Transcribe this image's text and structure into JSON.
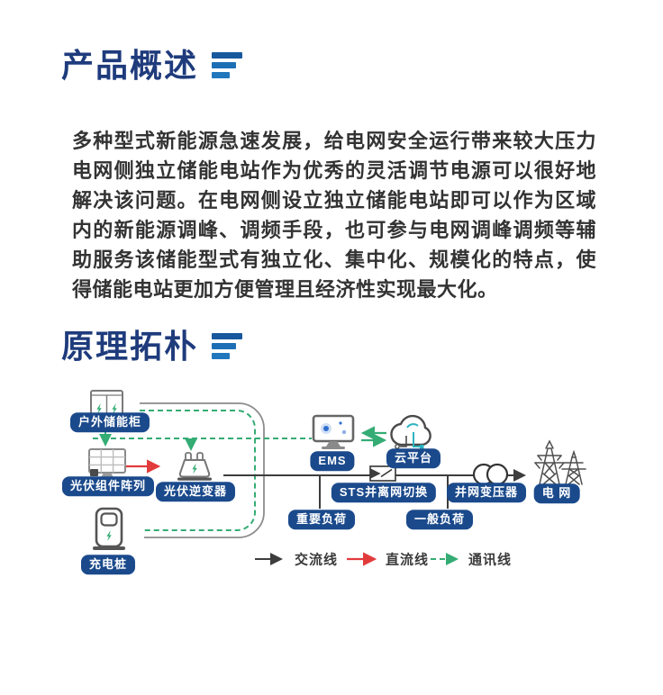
{
  "colors": {
    "heading_text": "#1e3b7c",
    "heading_marker_blue": "#1d6fb5",
    "label_pill_bg": "#1b4a8c",
    "label_pill_text": "#ffffff",
    "comm_line_green": "#34ac74",
    "dc_line_red": "#e23b3c",
    "ac_line_dark": "#3d3d3d",
    "power_loop_gray": "#8c8c8c",
    "cloud_accent_teal": "#2bb3c0",
    "body_text": "#333333"
  },
  "overview": {
    "title": "产品概述",
    "body": "多种型式新能源急速发展，给电网安全运行带来较大压力电网侧独立储能电站作为优秀的灵活调节电源可以很好地解决该问题。在电网侧设立独立储能电站即可以作为区域内的新能源调峰、调频手段，也可参与电网调峰调频等辅助服务该储能型式有独立化、集中化、规模化的特点，使得储能电站更加方便管理且经济性实现最大化。"
  },
  "topology": {
    "title": "原理拓朴",
    "nodes": {
      "outdoor_cabinet": "户外储能柜",
      "pv_array": "光伏组件阵列",
      "pv_inverter": "光伏逆变器",
      "charging_pile": "充电桩",
      "ems": "EMS",
      "cloud_platform": "云平台",
      "sts_switch": "STS并离网切换",
      "critical_load": "重要负荷",
      "general_load": "一般负荷",
      "grid_transformer": "并网变压器",
      "power_grid": "电 网"
    },
    "legend": {
      "ac_line": "交流线",
      "dc_line": "直流线",
      "comm_line": "通讯线"
    },
    "icons": {
      "outdoor_cabinet": "battery-cabinet-icon",
      "pv_array": "solar-panel-icon",
      "pv_inverter": "inverter-icon",
      "charging_pile": "ev-charger-icon",
      "ems": "monitor-icon",
      "cloud_platform": "cloud-icon",
      "sts_switch": "switch-icon",
      "grid_transformer": "transformer-circles-icon",
      "power_grid": "transmission-towers-icon",
      "heading_marker": "triple-bars-icon"
    }
  }
}
